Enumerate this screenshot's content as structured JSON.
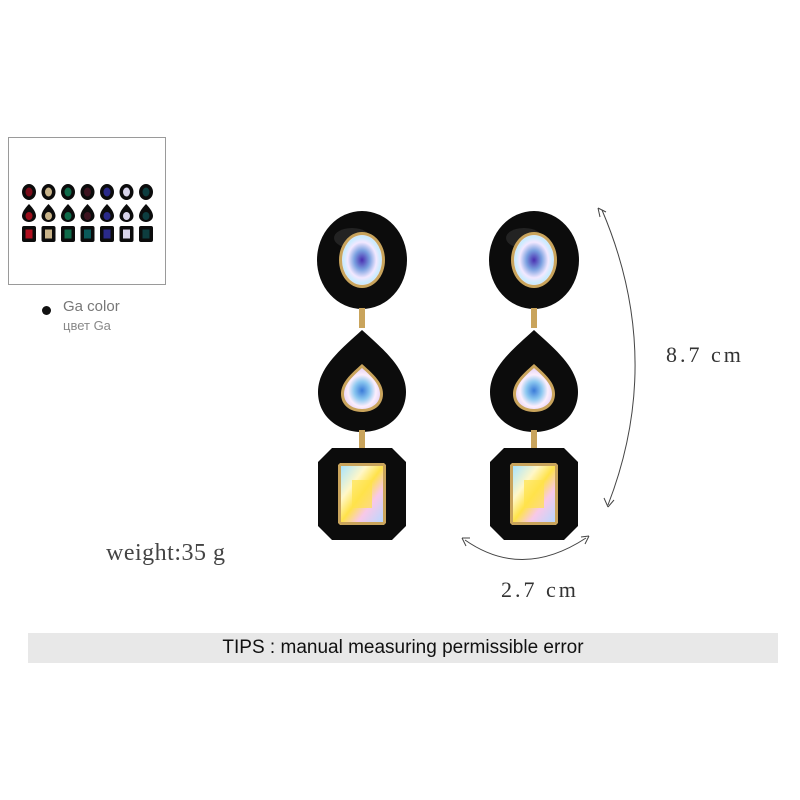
{
  "colors": {
    "background": "#ffffff",
    "frame": "#0c0c0c",
    "gold": "#c9a45c",
    "tips_bar": "#e8e8e8"
  },
  "variants": {
    "label_en": "Ga color",
    "label_ru": "цвет Ga",
    "swatch_colors": [
      [
        "#7a0c1a",
        "#c9b48a",
        "#0f6b4a",
        "#3d1420",
        "#2a2a8a",
        "#d8d4ea",
        "#0d3d3f"
      ],
      [
        "#9a0f1c",
        "#c9b48a",
        "#0f6b4a",
        "#3d1420",
        "#2a2a8a",
        "#d8d4ea",
        "#0d3d3f"
      ],
      [
        "#b01020",
        "#c9b48a",
        "#0f6b4a",
        "#0a5a5a",
        "#2a2a8a",
        "#d8d4ea",
        "#0d3d3f"
      ]
    ]
  },
  "product": {
    "image_name": "earring-pair",
    "weight": "weight:35 g",
    "height": "8.7 cm",
    "width": "2.7 cm"
  },
  "tips": "TIPS : manual measuring permissible error"
}
